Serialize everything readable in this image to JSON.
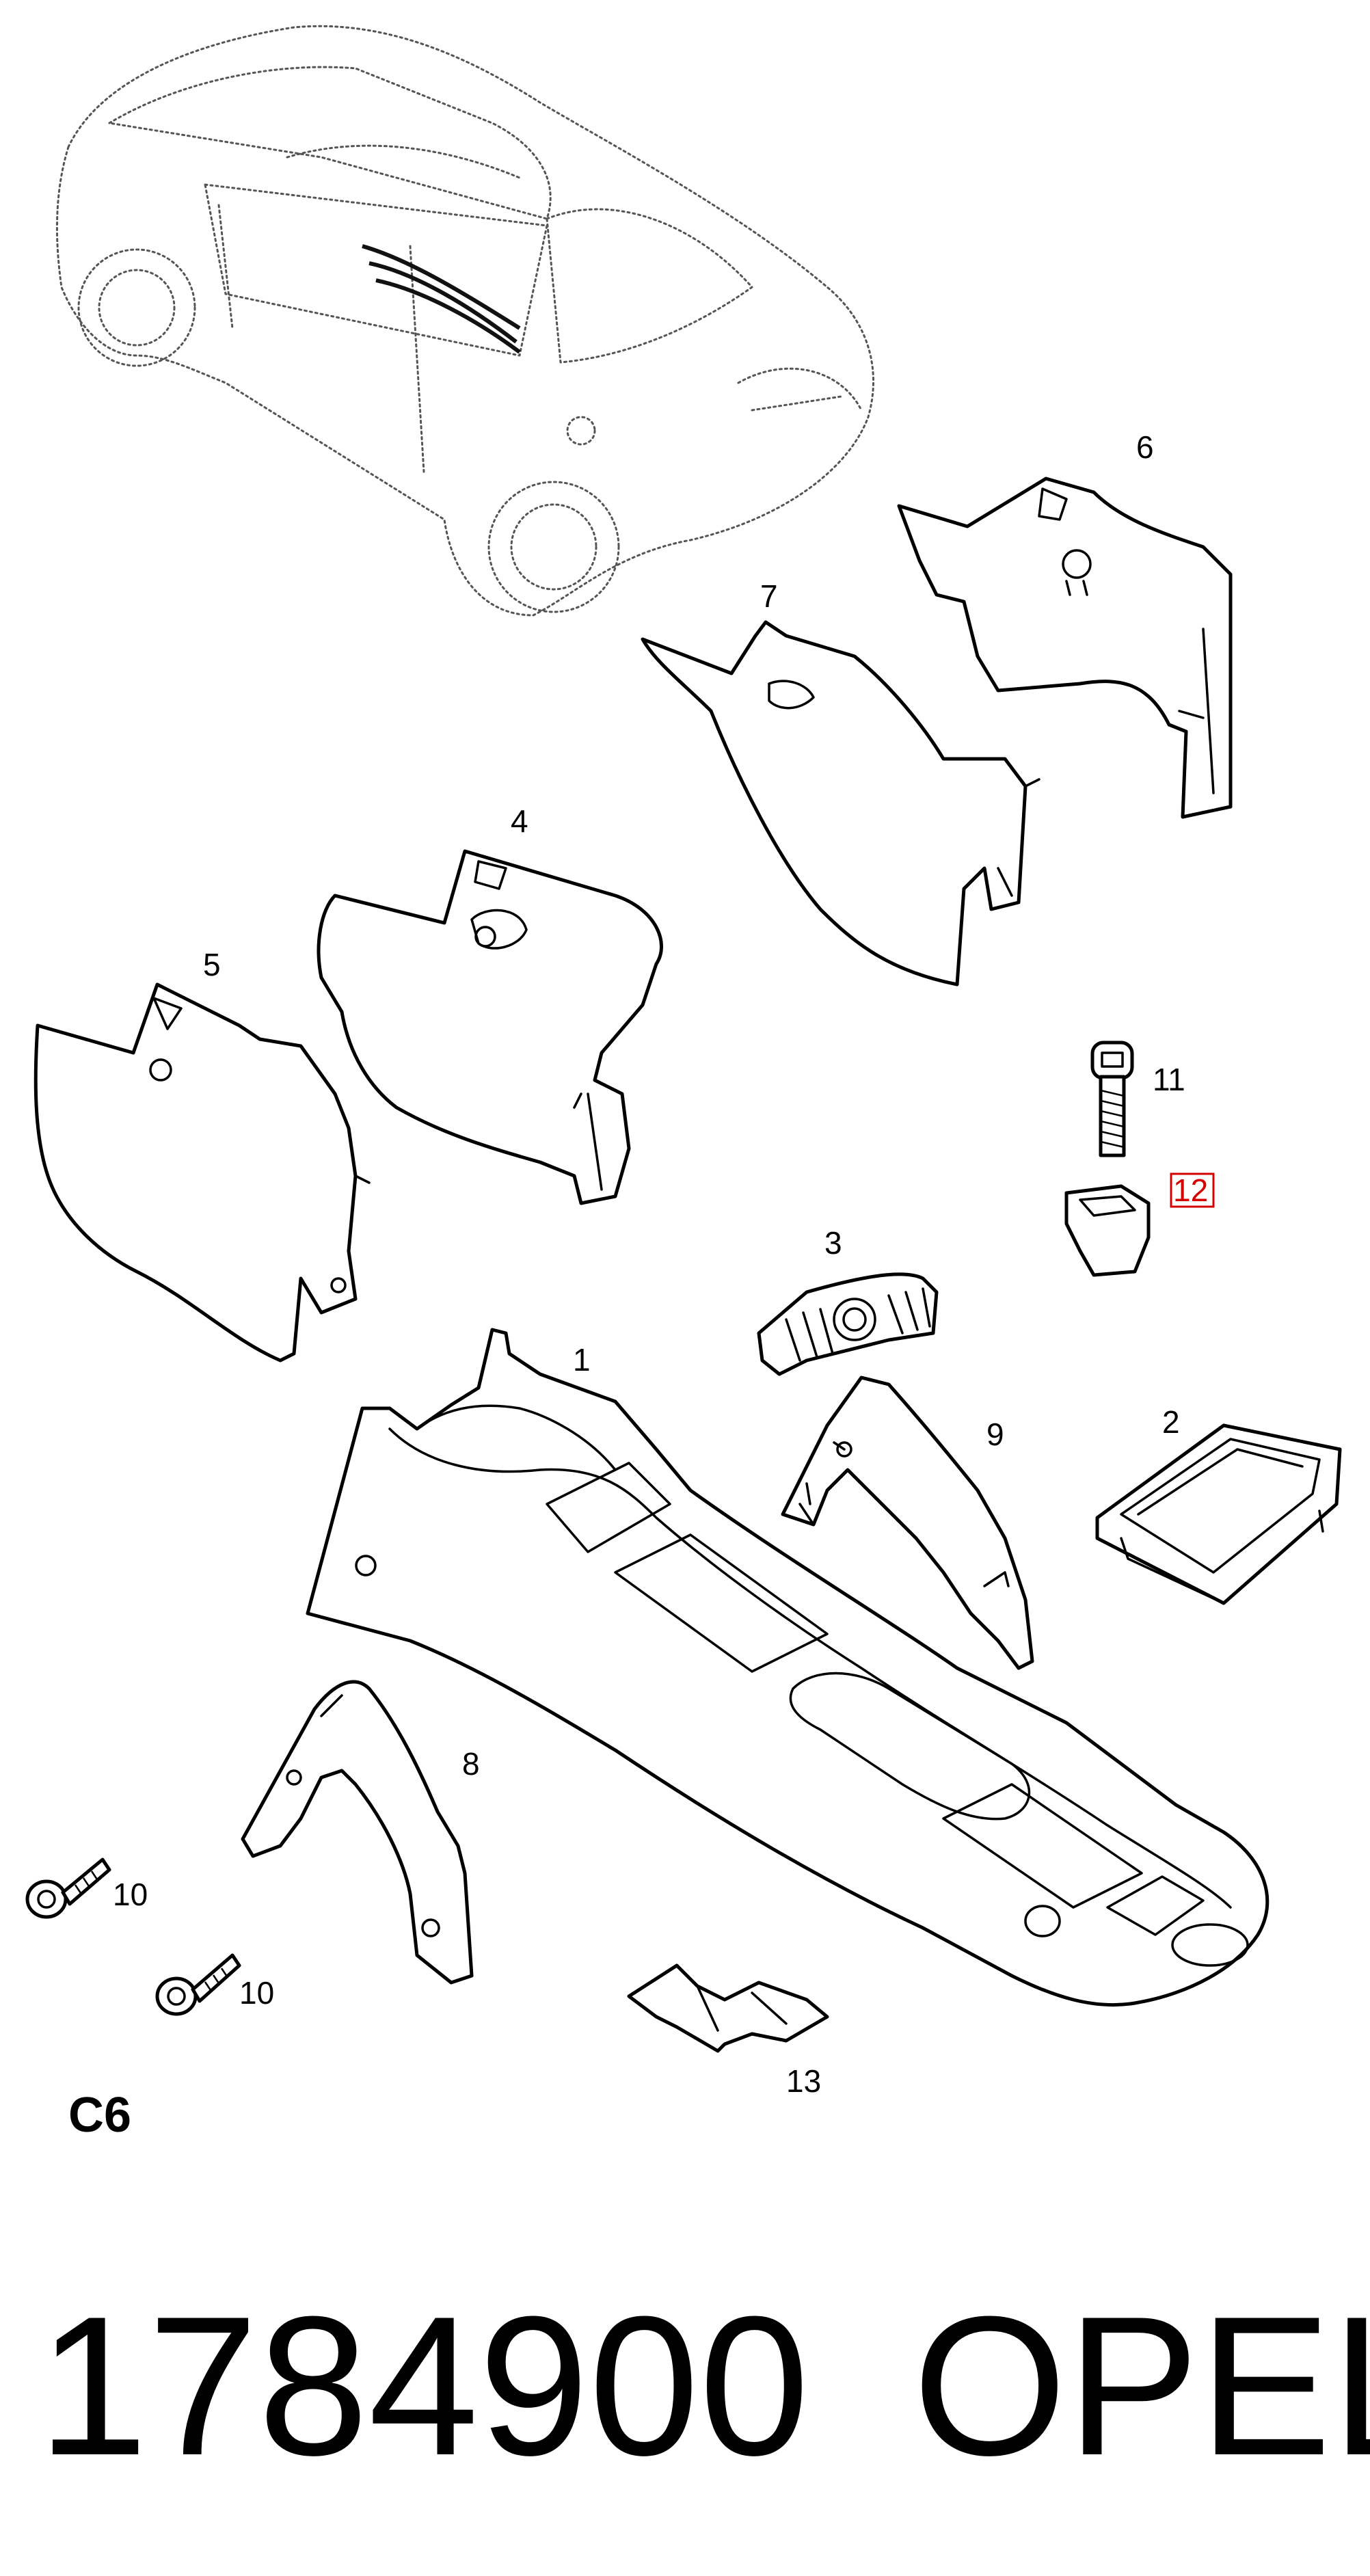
{
  "diagram": {
    "callouts": {
      "c1": "1",
      "c2": "2",
      "c3": "3",
      "c4": "4",
      "c5": "5",
      "c6": "6",
      "c7": "7",
      "c8": "8",
      "c9": "9",
      "c10a": "10",
      "c10b": "10",
      "c11": "11",
      "c12": "12",
      "c13": "13"
    },
    "highlighted_callout": "12",
    "section_code": "C6"
  },
  "footer": {
    "part_number": "1784900",
    "brand": "OPEL"
  },
  "colors": {
    "line": "#000000",
    "background": "#ffffff",
    "highlight": "#d40000"
  }
}
